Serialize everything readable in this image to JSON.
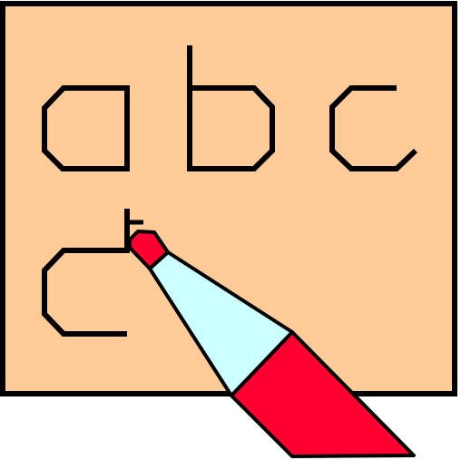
{
  "letters": [
    "a",
    "b",
    "c",
    "d"
  ],
  "colors": {
    "board_fill": "#FFCC99",
    "outline": "#000000",
    "marker_barrel": "#CCFFFF",
    "marker_red": "#FF0033",
    "background": "#FFFFFF"
  },
  "icons": {
    "board": "writing-board",
    "marker": "marker-pen-icon"
  }
}
